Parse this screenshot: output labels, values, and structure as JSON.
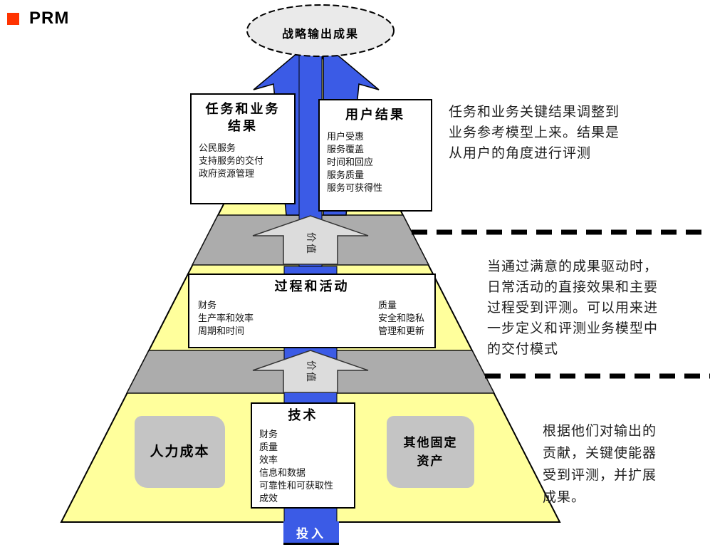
{
  "header": {
    "title": "PRM"
  },
  "ellipse": {
    "label": "战略输出成果"
  },
  "value_arrow": {
    "label": "价值"
  },
  "input": {
    "label": "投入"
  },
  "boxes": {
    "mission": {
      "title_lines": [
        "任务和业务",
        "结果"
      ],
      "items": [
        "公民服务",
        "支持服务的交付",
        "政府资源管理"
      ]
    },
    "customer": {
      "title": "用户结果",
      "items": [
        "用户受惠",
        "服务覆盖",
        "时间和回应",
        "服务质量",
        "服务可获得性"
      ]
    },
    "process": {
      "title": "过程和活动",
      "left_items": [
        "财务",
        "生产率和效率",
        "周期和时间"
      ],
      "right_items": [
        "质量",
        "安全和隐私",
        "管理和更新"
      ]
    },
    "technology": {
      "title": "技术",
      "items": [
        "财务",
        "质量",
        "效率",
        "信息和数据",
        "可靠性和可获取性",
        "成效"
      ]
    },
    "human_capital": {
      "title": "人力成本"
    },
    "other_fixed_assets": {
      "title_lines": [
        "其他固定",
        "资产"
      ]
    }
  },
  "annotations": {
    "top": [
      "任务和业务关键结果调整到",
      "业务参考模型上来。结果是",
      "从用户的角度进行评测"
    ],
    "middle": [
      "当通过满意的成果驱动时，",
      "日常活动的直接效果和主要",
      "过程受到评测。可以用来进",
      "一步定义和评测业务模型中",
      "的交付模式"
    ],
    "bottom": [
      "根据他们对输出的",
      "贡献，关键使能器",
      "受到评测，并扩展",
      "成果。"
    ]
  },
  "colors": {
    "pyramid_yellow": "#FFFF9C",
    "band_gray": "#ACACAC",
    "arrow_blue": "#3B5BE6",
    "value_arrow_gray": "#DCDCDC",
    "ellipse_gray": "#EAEAEA",
    "bullet_red": "#FF3300"
  }
}
